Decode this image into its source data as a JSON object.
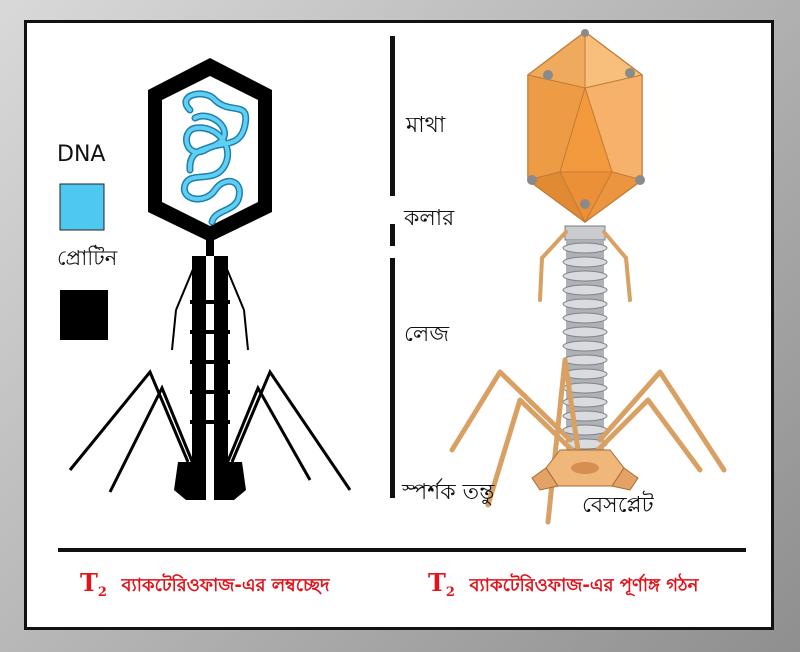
{
  "legend": {
    "dna_label": "DNA",
    "dna_color": "#4fc8ef",
    "protein_label": "প্রোটিন",
    "protein_color": "#000000"
  },
  "parts": {
    "head": "মাথা",
    "collar": "কলার",
    "tail": "লেজ",
    "tail_fiber": "স্পর্শক তন্তু",
    "baseplate": "বেসপ্লেট"
  },
  "captions": {
    "left": {
      "prefix": "T",
      "subscript": "2",
      "text": "ব্যাকটেরিওফাজ-এর লম্বচ্ছেদ"
    },
    "right": {
      "prefix": "T",
      "subscript": "2",
      "text": "ব্যাকটেরিওফাজ-এর পূর্ণাঙ্গ গঠন"
    }
  },
  "colors": {
    "caption": "#e0141d",
    "capsid_orange": "#f4a34f",
    "tail_gray": "#b9bcc0",
    "fiber_tan": "#d9a063"
  }
}
